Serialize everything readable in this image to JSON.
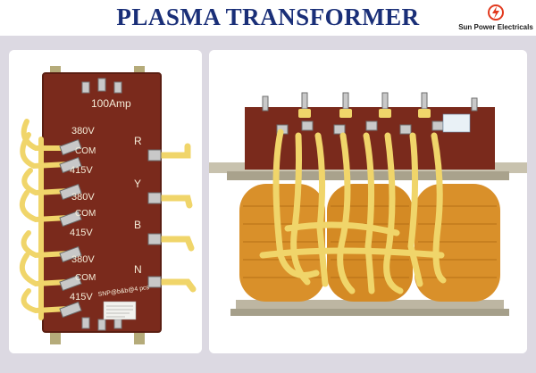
{
  "header": {
    "title": "PLASMA TRANSFORMER",
    "logo_text": "Sun Power Electricals",
    "logo_icon": "sun-bolt-icon"
  },
  "left_photo": {
    "panel_labels": {
      "rating": "100Amp",
      "taps": [
        "380V",
        "COM",
        "415V",
        "380V",
        "COM",
        "415V",
        "380V",
        "COM",
        "415V"
      ],
      "phases": [
        "R",
        "Y",
        "B",
        "N"
      ],
      "signature": "SNP@b&b@4 pcs"
    }
  },
  "colors": {
    "title": "#1a2f78",
    "background": "#dcd9e2",
    "board": "#7a2a1c",
    "wire": "#f0d56a",
    "coil": "#d9902a",
    "frame": "#b8b2a0"
  }
}
